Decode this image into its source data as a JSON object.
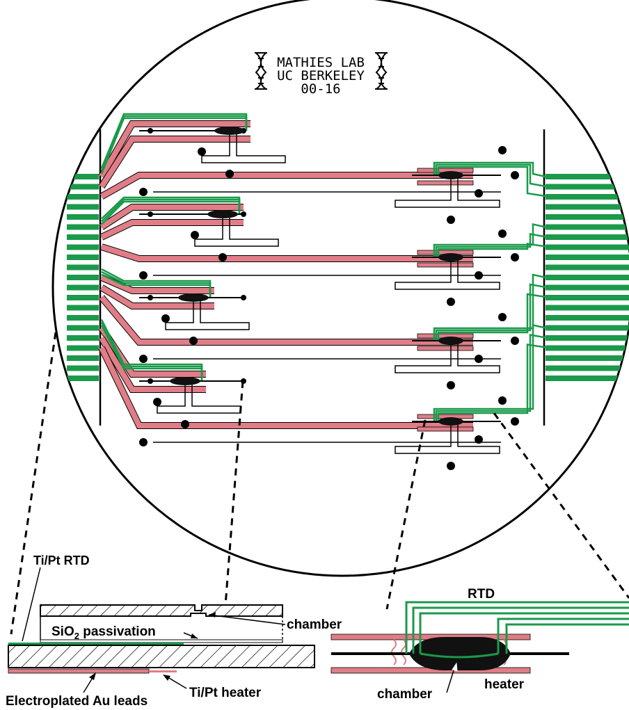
{
  "wafer": {
    "logo_lines": [
      "MATHIES LAB",
      "UC BERKELEY",
      "00-16"
    ],
    "colors": {
      "heater": "#e07d87",
      "rtd": "#1a9a4a",
      "outline": "#000000"
    }
  },
  "cross_section": {
    "rtd_label": "Ti/Pt RTD",
    "sio2_label_main": "SiO",
    "sio2_label_sub": "2",
    "sio2_label_rest": " passivation",
    "chamber_label": "chamber",
    "au_leads_label": "Electroplated Au leads",
    "heater_label": "Ti/Pt heater"
  },
  "detail": {
    "rtd_label": "RTD",
    "chamber_label": "chamber",
    "heater_label": "heater"
  }
}
